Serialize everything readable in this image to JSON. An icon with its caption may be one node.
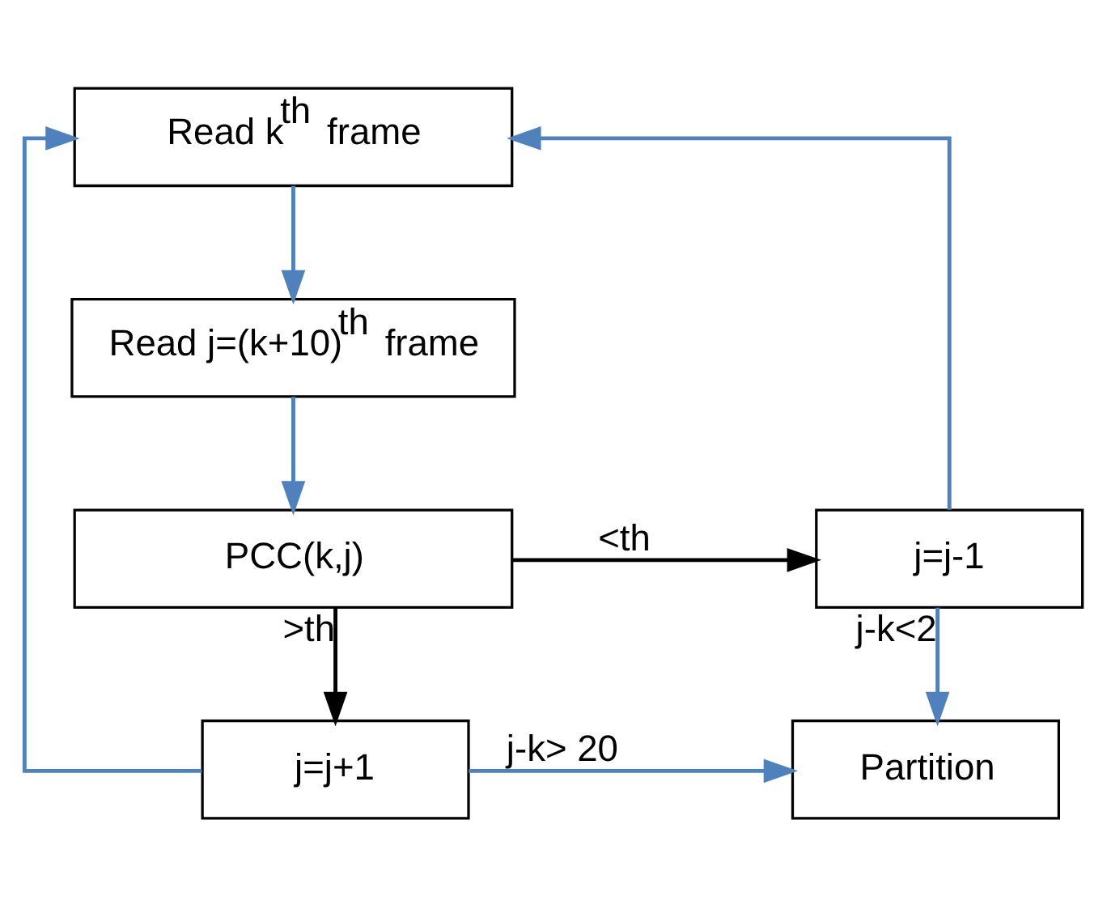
{
  "diagram": {
    "nodes": [
      {
        "text": [
          "Read k$^{th}$ frame"
        ]
      },
      {
        "text": [
          "Read j=(k+10)$^{th}$ frame"
        ]
      },
      {
        "text": [
          "PCC(k,j)"
        ]
      },
      {
        "text": [
          "j=j-1"
        ]
      },
      {
        "text": [
          "j=j+1"
        ]
      },
      {
        "text": [
          "Partition"
        ]
      }
    ],
    "edges": [
      {
        "from": 0,
        "to": 1,
        "arrow": "to"
      },
      {
        "from": 1,
        "to": 2,
        "arrow": "to"
      },
      {
        "from": 2,
        "to": 3,
        "arrow": "to",
        "label": "<th",
        "color": "#000000"
      },
      {
        "from": 2,
        "to": 4,
        "arrow": "to",
        "label": ">th",
        "color": "#000000"
      },
      {
        "from": 3,
        "to": 0,
        "arrow": "to"
      },
      {
        "from": 3,
        "to": 5,
        "arrow": "to",
        "label": "j-k<2"
      },
      {
        "from": 4,
        "to": 0,
        "arrow": "to"
      },
      {
        "from": 4,
        "to": 5,
        "arrow": "to",
        "label": "j-k> 20"
      }
    ]
  }
}
